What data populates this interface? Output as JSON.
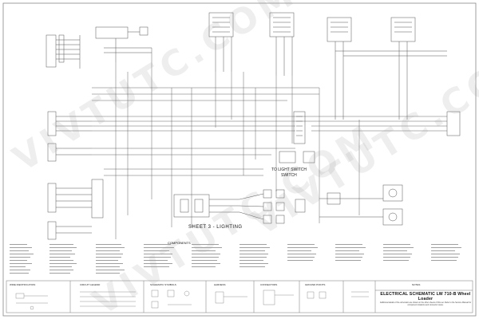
{
  "diagram": {
    "sheet_label": "SHEET 3 - LIGHTING",
    "components_heading": "COMPONENTS",
    "title_main": "ELECTRICAL SCHEMATIC LW 710-B Wheel Loader",
    "title_sub": "Additional details of the schematic are shown on the other sheets of this set. Refer to the Service Manual for component locations and connector views.",
    "cb_label": "TO LIGHT SWITCH",
    "cb_sub": "SWITCH",
    "legend_sections": [
      "WIRE IDENTIFICATION",
      "CIRCUIT LEGEND",
      "SCHEMATIC SYMBOLS",
      "HARNESS",
      "CONNECTORS",
      "GROUND POINTS",
      "NOTES"
    ],
    "watermark": "VIVTUTC.COM"
  },
  "colors": {
    "line": "#555555",
    "frame": "#777777",
    "watermark": "#969696"
  }
}
